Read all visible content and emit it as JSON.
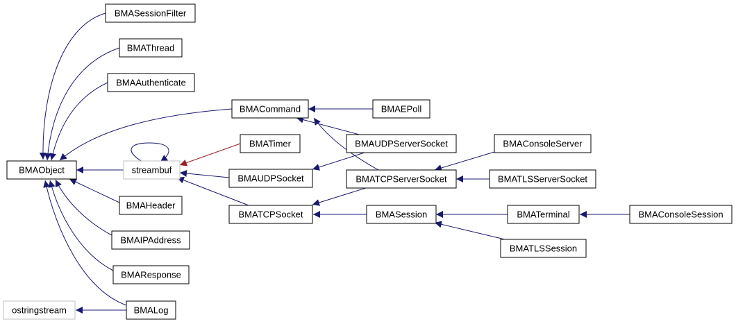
{
  "colors": {
    "edge": "#191970",
    "template_edge": "#9a1f1f",
    "node_border": "#000000",
    "external_node_border": "#bfbfbf",
    "background": "#ffffff"
  },
  "nodes": {
    "bmaobject": "BMAObject",
    "ostringstream": "ostringstream",
    "bmasessionfilter": "BMASessionFilter",
    "bmathread": "BMAThread",
    "bmaauthenticate": "BMAAuthenticate",
    "bmaheader": "BMAHeader",
    "bmaipaddress": "BMAIPAddress",
    "bmaresponse": "BMAResponse",
    "bmalog": "BMALog",
    "streambuf": "streambuf",
    "bmacommand": "BMACommand",
    "bmatimer": "BMATimer",
    "bmaudpsocket": "BMAUDPSocket",
    "bmatcpsocket": "BMATCPSocket",
    "bmaepoll": "BMAEPoll",
    "bmaudpserversocket": "BMAUDPServerSocket",
    "bmatcpserversocket": "BMATCPServerSocket",
    "bmasession": "BMASession",
    "bmaconsoleserver": "BMAConsoleServer",
    "bmatlsserversocket": "BMATLSServerSocket",
    "bmaterminal": "BMATerminal",
    "bmatlssession": "BMATLSSession",
    "bmaconsolesession": "BMAConsoleSession"
  }
}
